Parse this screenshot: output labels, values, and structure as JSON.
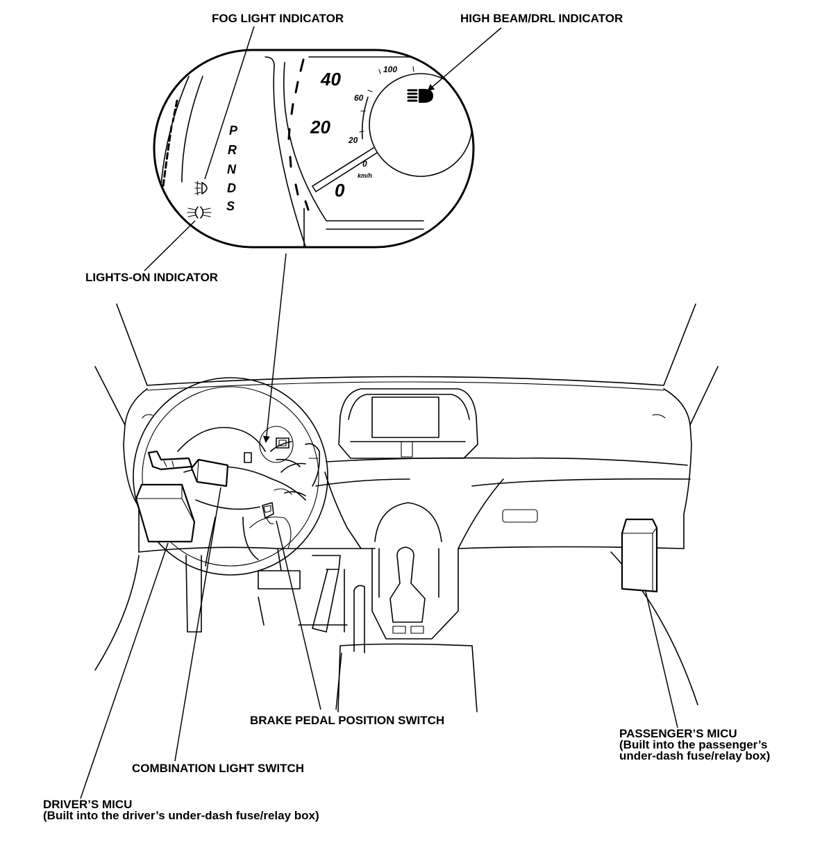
{
  "labels": {
    "fog_light_indicator": "FOG LIGHT INDICATOR",
    "high_beam_drl_indicator": "HIGH BEAM/DRL INDICATOR",
    "lights_on_indicator": "LIGHTS-ON INDICATOR",
    "brake_pedal_position_switch": "BRAKE PEDAL POSITION SWITCH",
    "passengers_micu_line1": "PASSENGER’S MICU",
    "passengers_micu_line2": "(Built into the passenger’s",
    "passengers_micu_line3": "under-dash fuse/relay box)",
    "combination_light_switch": "COMBINATION LIGHT SWITCH",
    "drivers_micu_line1": "DRIVER’S MICU",
    "drivers_micu_line2": "(Built into the driver’s under-dash fuse/relay box)"
  },
  "gauge": {
    "speed_40": "40",
    "speed_20": "20",
    "speed_0": "0",
    "tick_100": "100",
    "tick_60": "60",
    "tick_20": "20",
    "tick_0": "0",
    "unit": "km/h"
  },
  "gear_positions": [
    "P",
    "R",
    "N",
    "D",
    "S"
  ],
  "colors": {
    "line": "#000000",
    "background": "#ffffff"
  }
}
